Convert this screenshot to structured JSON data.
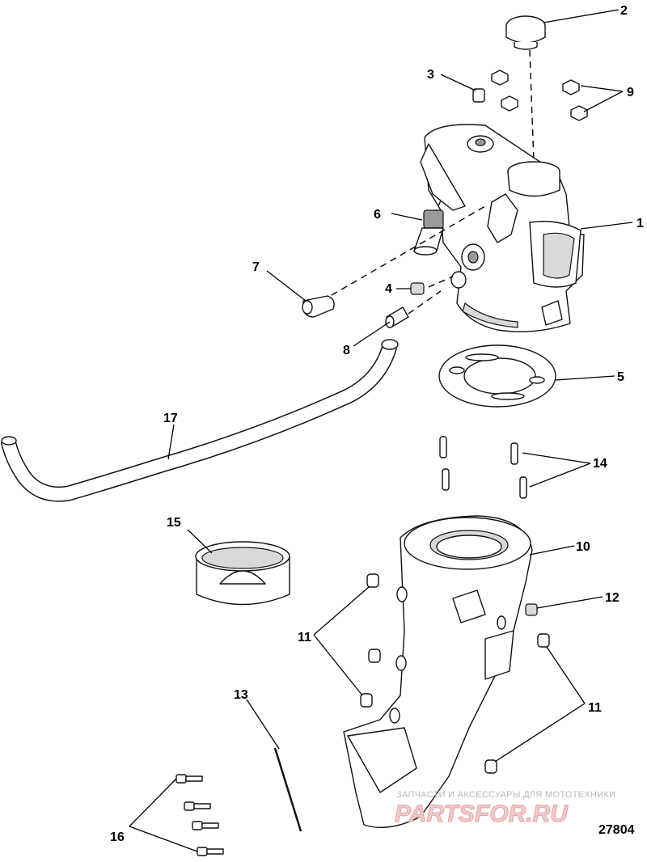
{
  "callouts": {
    "c1": "1",
    "c2": "2",
    "c3": "3",
    "c4": "4",
    "c5": "5",
    "c6": "6",
    "c7": "7",
    "c8": "8",
    "c9": "9",
    "c10": "10",
    "c11a": "11",
    "c11b": "11",
    "c12": "12",
    "c13": "13",
    "c14": "14",
    "c15": "15",
    "c16": "16",
    "c17": "17"
  },
  "figure_number": "27804",
  "watermark": {
    "tagline": "ЗАПЧАСТИ И АКСЕССУАРЫ ДЛЯ МОТОТЕХНИКИ",
    "logo": "PARTSFOR.RU"
  }
}
